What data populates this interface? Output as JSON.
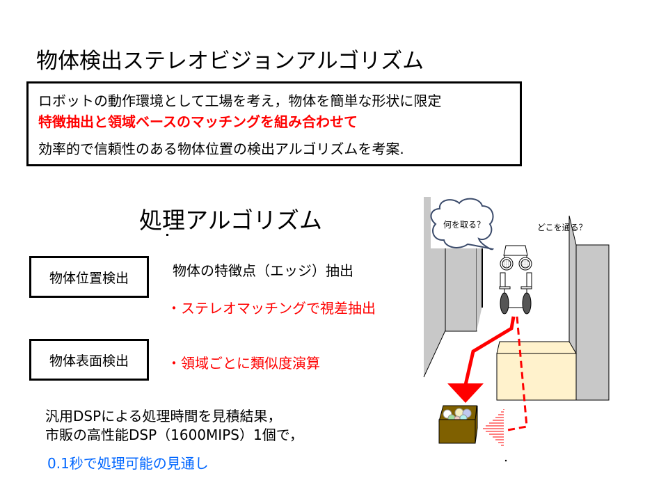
{
  "title": "物体検出ステレオビジョンアルゴリズム",
  "intro": {
    "line1": "ロボットの動作環境として工場を考え，物体を簡単な形状に限定",
    "line2": "特徴抽出と領域ベースのマッチングを組み合わせて",
    "line3": "効率的で信頼性のある物体位置の検出アルゴリズムを考案."
  },
  "subtitle": "処理アルゴリズム",
  "position_detection": {
    "label": "物体位置検出",
    "item1": "物体の特徴点（エッジ）抽出",
    "item2": "・ステレオマッチングで視差抽出"
  },
  "surface_detection": {
    "label": "物体表面検出",
    "item1": "・領域ごとに類似度演算"
  },
  "result": {
    "line1": "汎用DSPによる処理時間を見積結果，",
    "line2": "市販の高性能DSP（1600MIPS）1個で，",
    "line3": "0.1秒で処理可能の見通し"
  },
  "illustration": {
    "thought": "何を取る？",
    "question": "どこを通る？"
  },
  "colors": {
    "red": "#ff0000",
    "blue": "#0066ff",
    "wall": "#c8c8c8",
    "box": "#fff2cc",
    "crate": "#7f6000"
  }
}
